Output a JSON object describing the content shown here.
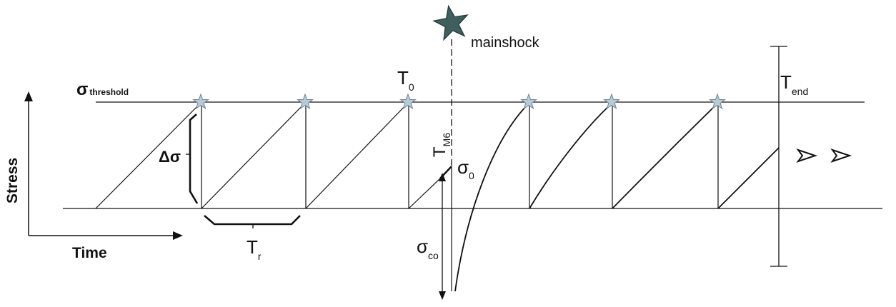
{
  "labels": {
    "threshold_main": "σ",
    "threshold_sub": "threshold",
    "delta_sigma": "Δσ",
    "stress_axis": "Stress",
    "time_axis": "Time",
    "recurrence_main": "T",
    "recurrence_sub": "r",
    "t0_main": "T",
    "t0_sub": "0",
    "tm6_main": "T",
    "tm6_sub": "M6",
    "sigma0_main": "σ",
    "sigma0_sub": "0",
    "sigma_co_main": "σ",
    "sigma_co_sub": "co",
    "tend_main": "T",
    "tend_sub": "end",
    "mainshock": "mainshock"
  },
  "colors": {
    "line": "#111111",
    "small_star_fill": "#b7cad6",
    "small_star_stroke": "#6d8391",
    "mainshock_star_fill": "#3f5e5e",
    "mainshock_star_stroke": "#243838"
  },
  "icons": {
    "event_marker": "star-icon",
    "mainshock_marker": "large-star-icon",
    "continuation": "arrowhead-icon"
  }
}
